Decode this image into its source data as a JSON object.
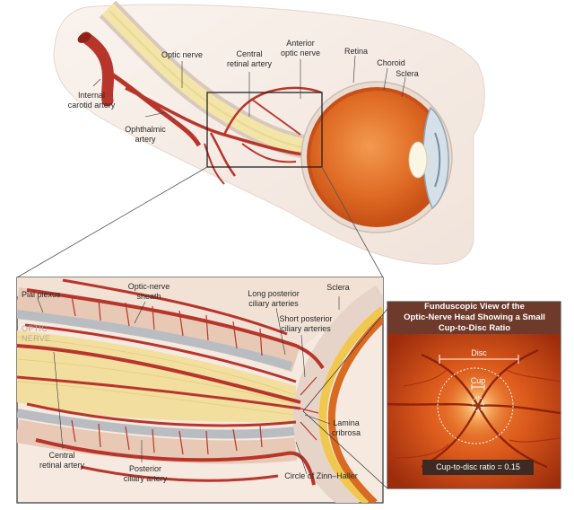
{
  "top_labels": {
    "optic_nerve": "Optic nerve",
    "central_retinal_artery": "Central\nretinal artery",
    "anterior_optic_nerve": "Anterior\noptic nerve",
    "retina": "Retina",
    "choroid": "Choroid",
    "sclera": "Sclera",
    "internal_carotid_artery": "Internal\ncarotid artery",
    "ophthalmic_artery": "Ophthalmic\nartery"
  },
  "detail_labels": {
    "pial_plexus": "Pial plexus",
    "optic_nerve_caps": "OPTIC\nNERVE",
    "optic_nerve_sheath": "Optic-nerve\nsheath",
    "long_posterior_ciliary_arteries": "Long posterior\nciliary arteries",
    "short_posterior_ciliary_arteries": "Short posterior\nciliary arteries",
    "sclera": "Sclera",
    "lamina_cribrosa": "Lamina\ncribrosa",
    "central_retinal_artery": "Central\nretinal artery",
    "posterior_ciliary_artery": "Posterior\nciliary artery",
    "circle_of_zinn_haller": "Circle of Zinn–Haller"
  },
  "inset": {
    "title": "Funduscopic View of the\nOptic-Nerve Head Showing a Small\nCup-to-Disc Ratio",
    "disc_label": "Disc",
    "cup_label": "Cup",
    "ratio_text": "Cup-to-disc ratio = 0.15"
  },
  "colors": {
    "artery": "#b8352b",
    "nerve": "#f2dfa0",
    "sheath": "#ead3c2",
    "eye_orange": "#e56f24",
    "fundus": "#d24a14"
  }
}
